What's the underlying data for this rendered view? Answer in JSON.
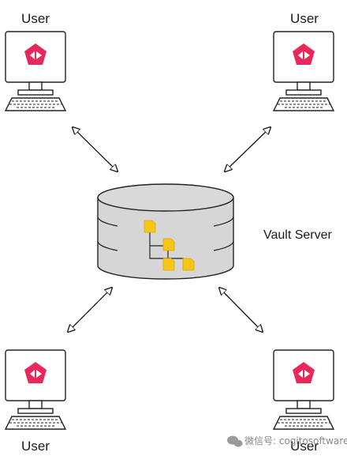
{
  "users": {
    "top_left": {
      "label": "User"
    },
    "top_right": {
      "label": "User"
    },
    "bottom_left": {
      "label": "User"
    },
    "bottom_right": {
      "label": "User"
    }
  },
  "server": {
    "label": "Vault Server",
    "icon": "database-icon",
    "folder_color": "#f5c518"
  },
  "logo": {
    "color": "#e8275a",
    "icon": "vault-logo-icon"
  },
  "watermark": {
    "text": "微信号: cogitosoftware"
  }
}
